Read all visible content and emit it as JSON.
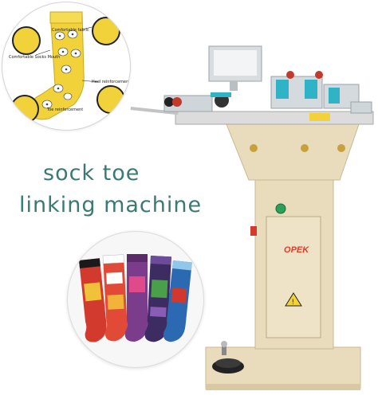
{
  "heading": {
    "line1": "sock  toe",
    "line2": "linking  machine"
  },
  "detail_callouts": {
    "comfortable_fabric": "Comfortable fabric",
    "comfortable_socks_mouth": "Comfortable Socks Mouth",
    "heel_reinforcement": "Heel reinforcement",
    "toe_reinforcement": "Toe reinforcement"
  },
  "machine": {
    "brand": "PEK",
    "brand_mark": "O"
  },
  "colors": {
    "heading": "#3a7a72",
    "sock_yellow": "#f2d23a",
    "machine_beige": "#e9dcbd",
    "accent_teal": "#2fb3c7",
    "brand_red": "#e03a2a"
  },
  "icons": [
    "sock-detail-icon",
    "warning-triangle-icon",
    "foot-pedal-icon"
  ]
}
